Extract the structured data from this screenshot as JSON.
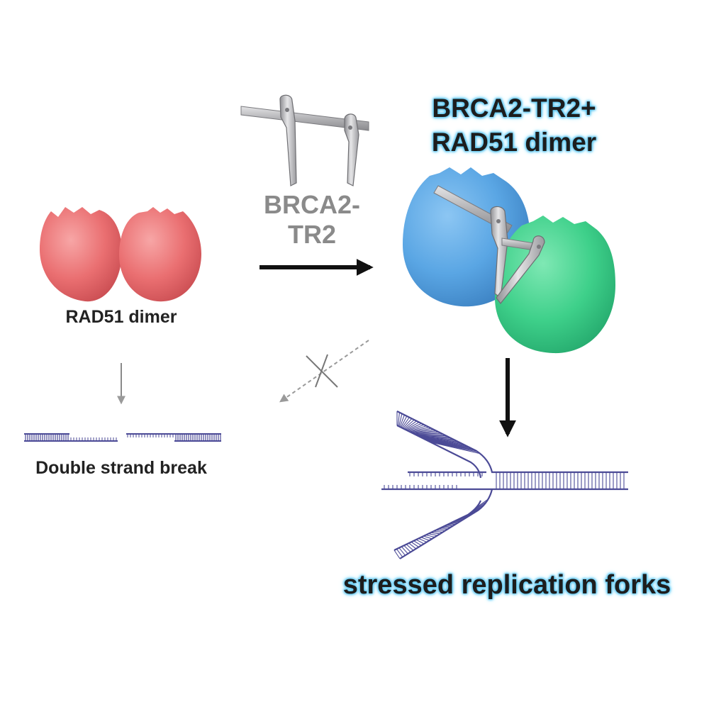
{
  "labels": {
    "rad51_dimer": "RAD51 dimer",
    "double_strand_break": "Double strand break",
    "brca2_tr2": [
      "BRCA2-",
      "TR2"
    ],
    "complex": [
      "BRCA2-TR2+",
      "RAD51 dimer"
    ],
    "stressed_forks": "stressed replication forks"
  },
  "colors": {
    "rad51_red": "#ea6f71",
    "rad51_blue": "#5aa6e4",
    "rad51_green": "#3ed08a",
    "dna_strand": "#4b4a96",
    "glow": "#5ec8f2",
    "clamp_gray": "#b9b9bb"
  },
  "icons": [
    "clamp-icon",
    "blocked-arrow-icon",
    "replication-fork-icon",
    "dna-break-icon"
  ]
}
